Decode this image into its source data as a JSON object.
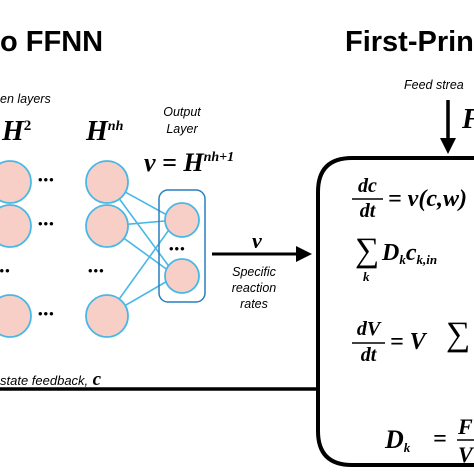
{
  "left_title": "o FFNN",
  "right_title": "First-Prin",
  "hidden_layers_label": "en layers",
  "h2_label": "H",
  "h2_sup": "2",
  "hnh_label": "H",
  "hnh_sup": "nh",
  "output_layer_label": [
    "Output",
    "Layer"
  ],
  "v_equation": {
    "lhs": "v = H",
    "sup": "nh+1"
  },
  "dots": "•••",
  "arrow_label": "v",
  "arrow_caption": [
    "Specific",
    "reaction",
    "rates"
  ],
  "feed_label": "Feed strea",
  "feed_symbol": "F",
  "feedback_label": {
    "text": "state feedback,",
    "symbol": "c"
  },
  "equations": {
    "eq1_num": "dc",
    "eq1_den": "dt",
    "eq1_rhs": "= v(c,w)",
    "eq2_sum": "∑",
    "eq2_sub": "k",
    "eq2_term": "D",
    "eq2_term_sub": "k",
    "eq2_term2": "c",
    "eq2_term2_sub": "k,in",
    "eq3_num": "dV",
    "eq3_den": "dt",
    "eq3_rhs": "= V",
    "eq3_sum": "∑",
    "eq4_lhs": "D",
    "eq4_lhs_sub": "k",
    "eq4_eq": "=",
    "eq4_num": "F",
    "eq4_den": "V"
  },
  "colors": {
    "node_fill": "#f8cfc6",
    "node_stroke": "#49b7e6",
    "connection": "#49b7e6",
    "output_box_stroke": "#2a7fc0",
    "text": "#000000"
  }
}
